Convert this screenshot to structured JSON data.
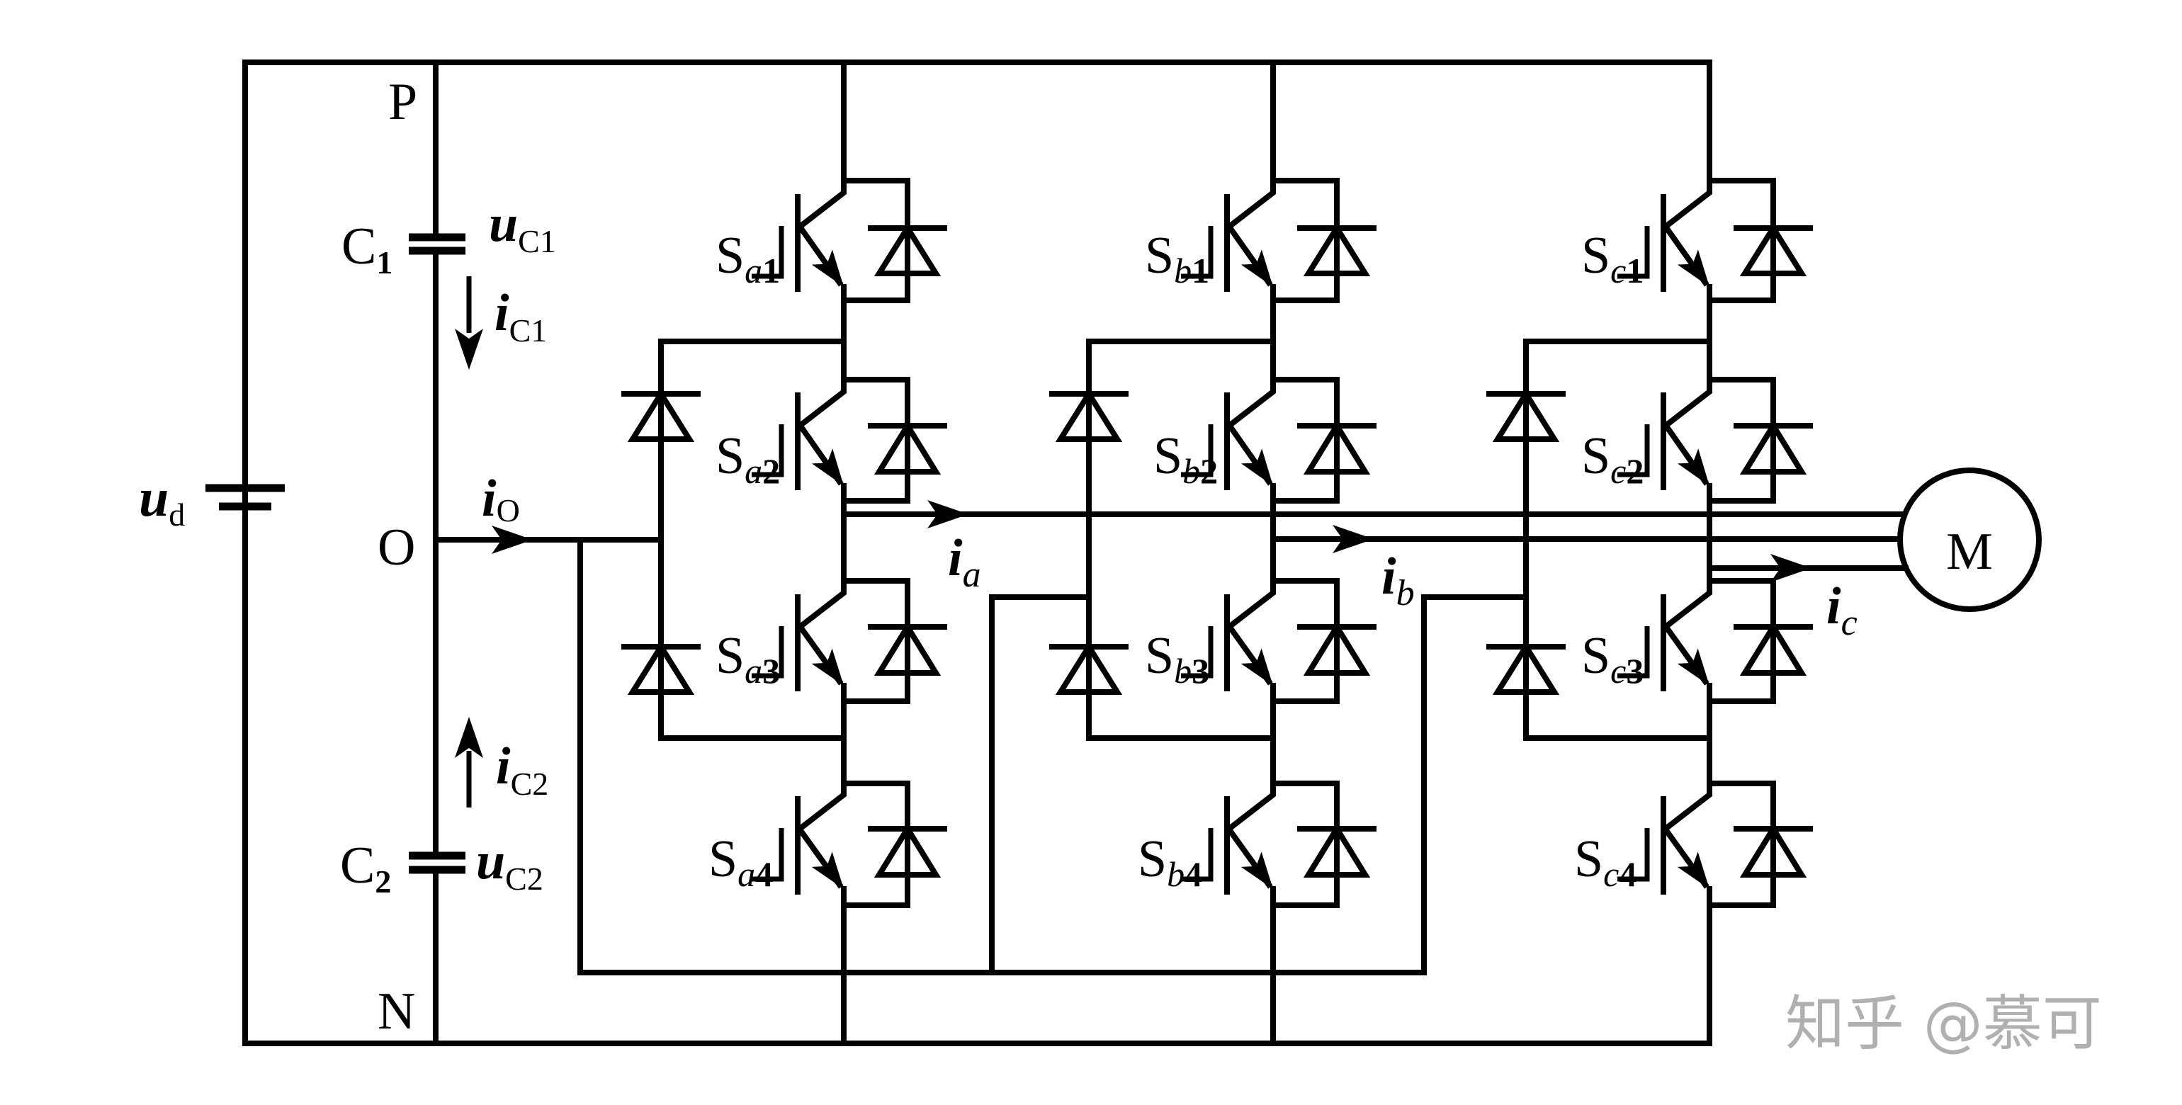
{
  "figure": {
    "title": "Three-level NPC inverter driving motor",
    "nodes": {
      "positive": "P",
      "neutral": "O",
      "negative": "N"
    },
    "dc_source": {
      "symbol": "u",
      "subscript": "d"
    },
    "capacitors": [
      {
        "name": "C",
        "index": "1",
        "voltage_symbol": "u",
        "voltage_sub": "C1",
        "current_symbol": "i",
        "current_sub": "C1",
        "current_direction": "down"
      },
      {
        "name": "C",
        "index": "2",
        "voltage_symbol": "u",
        "voltage_sub": "C2",
        "current_symbol": "i",
        "current_sub": "C2",
        "current_direction": "up"
      }
    ],
    "neutral_current": {
      "symbol": "i",
      "sub": "O"
    },
    "legs": [
      {
        "phase": "a",
        "switches": [
          {
            "label": "S",
            "phase": "a",
            "index": "1"
          },
          {
            "label": "S",
            "phase": "a",
            "index": "2"
          },
          {
            "label": "S",
            "phase": "a",
            "index": "3"
          },
          {
            "label": "S",
            "phase": "a",
            "index": "4"
          }
        ],
        "output_current": {
          "symbol": "i",
          "sub": "a"
        }
      },
      {
        "phase": "b",
        "switches": [
          {
            "label": "S",
            "phase": "b",
            "index": "1"
          },
          {
            "label": "S",
            "phase": "b",
            "index": "2"
          },
          {
            "label": "S",
            "phase": "b",
            "index": "3"
          },
          {
            "label": "S",
            "phase": "b",
            "index": "4"
          }
        ],
        "output_current": {
          "symbol": "i",
          "sub": "b"
        }
      },
      {
        "phase": "c",
        "switches": [
          {
            "label": "S",
            "phase": "c",
            "index": "1"
          },
          {
            "label": "S",
            "phase": "c",
            "index": "2"
          },
          {
            "label": "S",
            "phase": "c",
            "index": "3"
          },
          {
            "label": "S",
            "phase": "c",
            "index": "4"
          }
        ],
        "output_current": {
          "symbol": "i",
          "sub": "c"
        }
      }
    ],
    "motor": {
      "label": "M"
    },
    "watermark": "知乎 @慕可",
    "colors": {
      "wire": "#000000",
      "watermark": "#b0b0b0",
      "background": "#ffffff"
    }
  }
}
